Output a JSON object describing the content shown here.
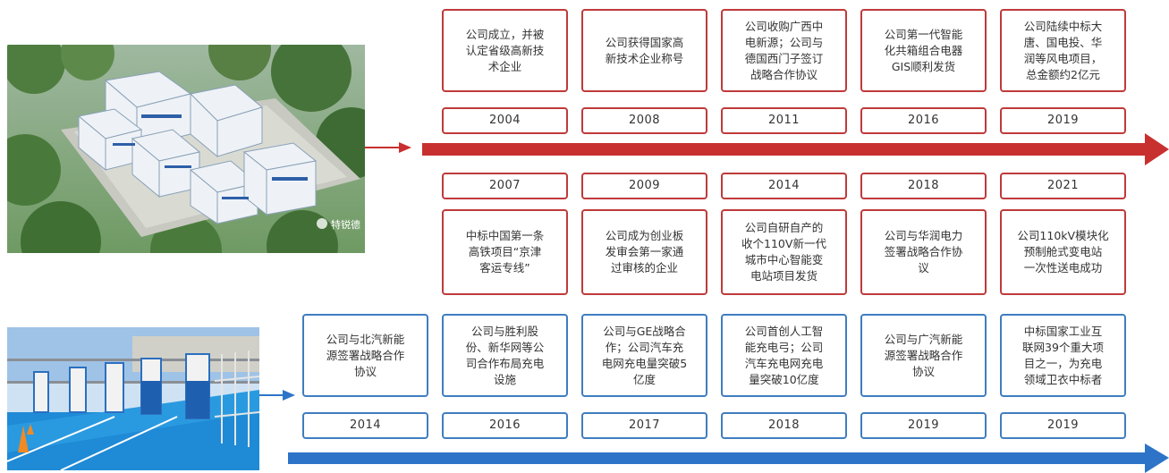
{
  "colors": {
    "red": "#c8302f",
    "blue": "#2d74c8"
  },
  "top_image": {
    "watermark": "特锐德"
  },
  "top_events": [
    {
      "year": "2004",
      "text": "公司成立，并被\n认定省级高新技\n术企业"
    },
    {
      "year": "2008",
      "text": "公司获得国家高\n新技术企业称号"
    },
    {
      "year": "2011",
      "text": "公司收购广西中\n电新源；公司与\n德国西门子签订\n战略合作协议"
    },
    {
      "year": "2016",
      "text": "公司第一代智能\n化共箱组合电器\nGIS顺利发货"
    },
    {
      "year": "2019",
      "text": "公司陆续中标大\n唐、国电投、华\n润等风电项目，\n总金额约2亿元"
    }
  ],
  "middle_events": [
    {
      "year": "2007",
      "text": "中标中国第一条\n高铁项目“京津\n客运专线”"
    },
    {
      "year": "2009",
      "text": "公司成为创业板\n发审会第一家通\n过审核的企业"
    },
    {
      "year": "2014",
      "text": "公司自研自产的\n收个110V新一代\n城市中心智能变\n电站项目发货"
    },
    {
      "year": "2018",
      "text": "公司与华润电力\n签署战略合作协\n议"
    },
    {
      "year": "2021",
      "text": "公司110kV模块化\n预制舱式变电站\n一次性送电成功"
    }
  ],
  "bottom_events": [
    {
      "year": "2014",
      "text": "公司与北汽新能\n源签署战略合作\n协议"
    },
    {
      "year": "2016",
      "text": "公司与胜利股\n份、新华网等公\n司合作布局充电\n设施"
    },
    {
      "year": "2017",
      "text": "公司与GE战略合\n作；公司汽车充\n电网充电量突破5\n亿度"
    },
    {
      "year": "2018",
      "text": "公司首创人工智\n能充电弓；公司\n汽车充电网充电\n量突破10亿度"
    },
    {
      "year": "2019",
      "text": "公司与广汽新能\n源签署战略合作\n协议"
    },
    {
      "year": "2019",
      "text": "中标国家工业互\n联网39个重大项\n目之一，为充电\n领域卫衣中标者"
    }
  ]
}
